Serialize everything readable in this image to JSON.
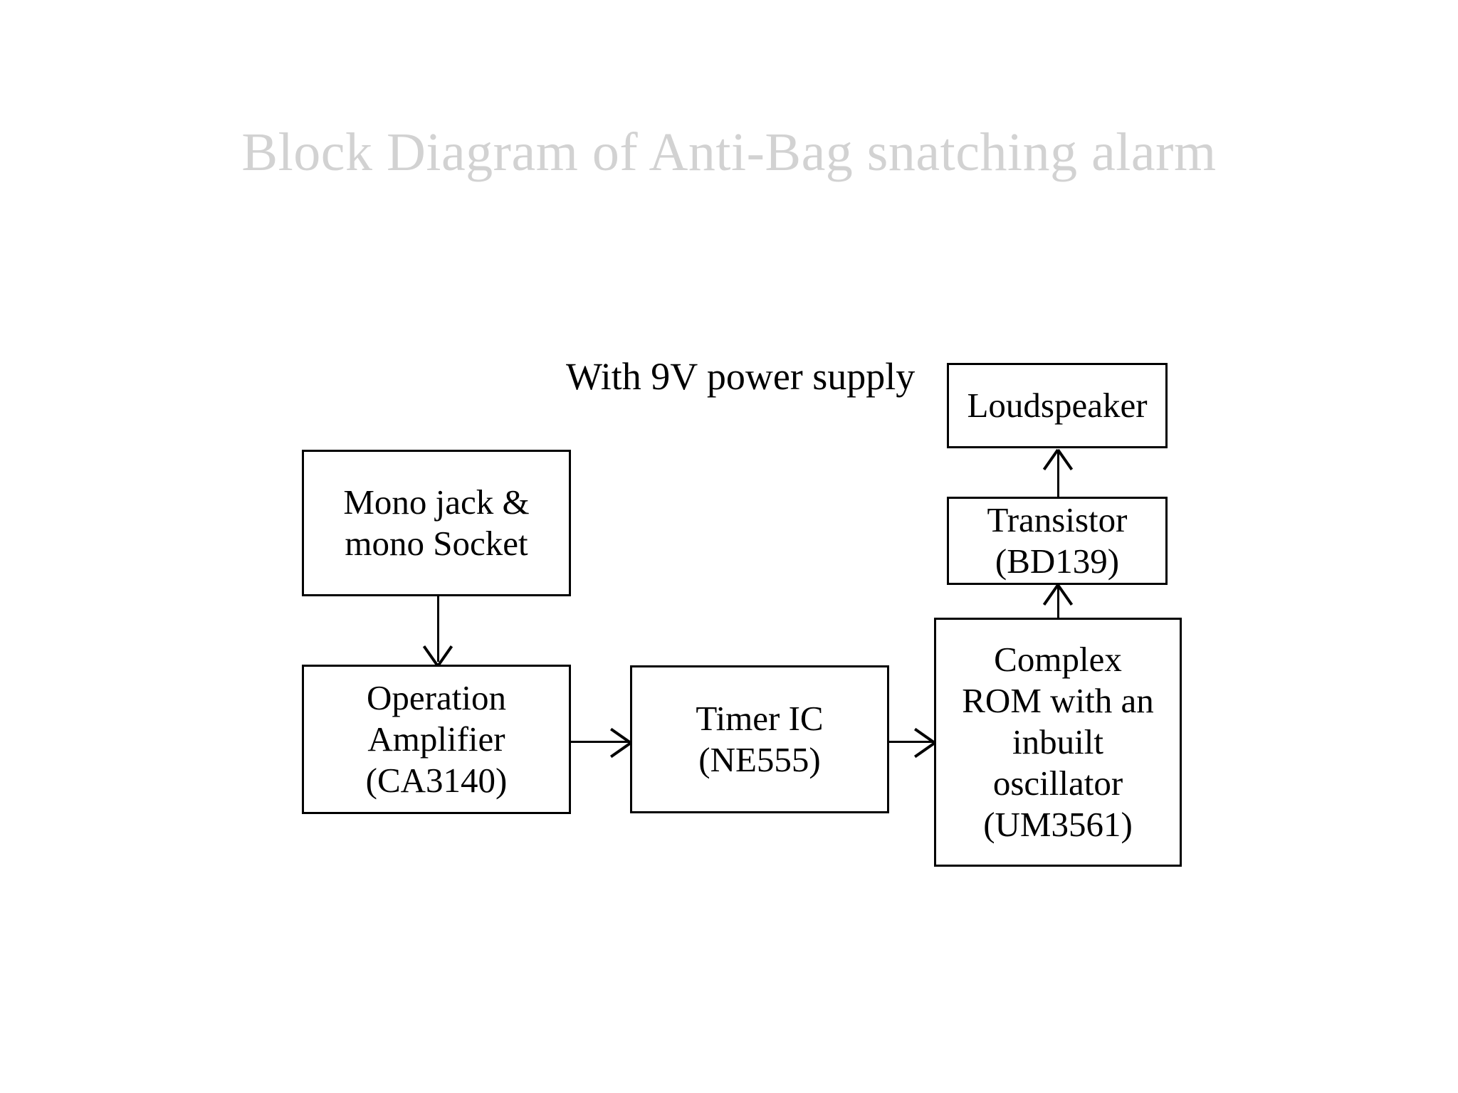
{
  "slide": {
    "title": "Block Diagram of Anti-Bag snatching alarm",
    "title_color": "#d2d2d2",
    "background_color": "#ffffff",
    "line_color": "#000000",
    "caption": "With 9V power supply"
  },
  "diagram": {
    "type": "block-diagram",
    "blocks": [
      {
        "id": "mono-jack",
        "lines": [
          "Mono jack &",
          "mono Socket"
        ]
      },
      {
        "id": "operation-amplifier",
        "lines": [
          "Operation",
          "Amplifier",
          "(CA3140)"
        ]
      },
      {
        "id": "timer-ic",
        "lines": [
          "Timer IC",
          "(NE555)"
        ]
      },
      {
        "id": "complex-rom",
        "lines": [
          "Complex",
          "ROM with an",
          "inbuilt",
          "oscillator",
          "(UM3561)"
        ]
      },
      {
        "id": "transistor",
        "lines": [
          "Transistor",
          "(BD139)"
        ]
      },
      {
        "id": "loudspeaker",
        "lines": [
          "Loudspeaker"
        ]
      }
    ],
    "connections": [
      {
        "from": "mono-jack",
        "to": "operation-amplifier",
        "direction": "down"
      },
      {
        "from": "operation-amplifier",
        "to": "timer-ic",
        "direction": "right"
      },
      {
        "from": "timer-ic",
        "to": "complex-rom",
        "direction": "right"
      },
      {
        "from": "complex-rom",
        "to": "transistor",
        "direction": "up"
      },
      {
        "from": "transistor",
        "to": "loudspeaker",
        "direction": "up"
      }
    ]
  }
}
